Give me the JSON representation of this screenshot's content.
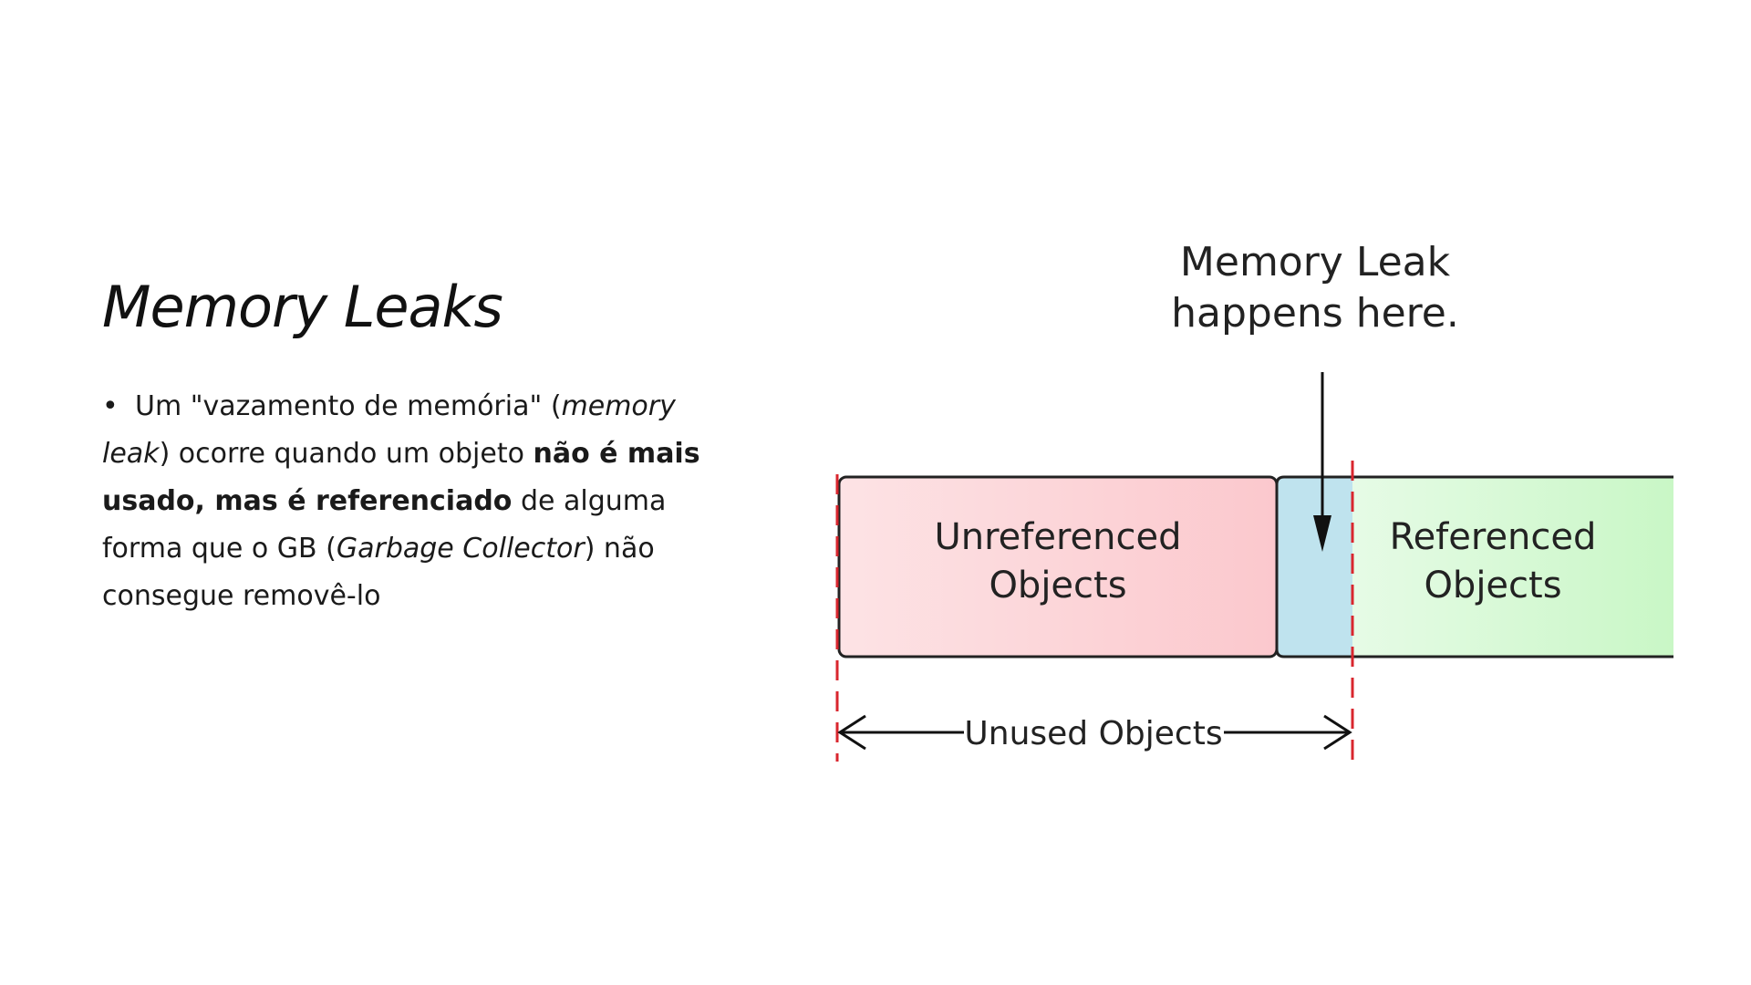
{
  "slide": {
    "title": "Memory Leaks",
    "bullet": {
      "marker": "•",
      "segments": [
        {
          "text": "Um \"vazamento de memória\" (",
          "style": "normal"
        },
        {
          "text": "memory leak",
          "style": "italic"
        },
        {
          "text": ") ocorre quando um objeto ",
          "style": "normal"
        },
        {
          "text": "não é mais usado, mas é referenciado",
          "style": "bold"
        },
        {
          "text": " de alguma forma que o GB (",
          "style": "normal"
        },
        {
          "text": "Garbage Collector",
          "style": "italic"
        },
        {
          "text": ") não consegue removê-lo",
          "style": "normal"
        }
      ]
    }
  },
  "diagram": {
    "annotation": {
      "line1": "Memory Leak",
      "line2": "happens here."
    },
    "boxes": {
      "unreferenced": {
        "line1": "Unreferenced",
        "line2": "Objects"
      },
      "referenced": {
        "line1": "Referenced",
        "line2": "Objects"
      }
    },
    "span_label": "Unused Objects",
    "colors": {
      "unreferenced_fill": "#fbd0d4",
      "leak_fill": "#bfe3ee",
      "referenced_fill": "#cdf7cc",
      "dashed_marker": "#d9262e",
      "stroke": "#222222"
    }
  }
}
